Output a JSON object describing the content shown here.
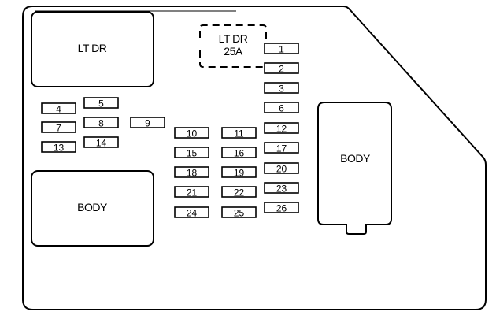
{
  "diagram": {
    "type": "fuse-box-layout",
    "colors": {
      "line": "#000000",
      "background": "#ffffff"
    },
    "relays": [
      {
        "id": "relay-lt-dr",
        "label": "LT DR"
      },
      {
        "id": "relay-body-left",
        "label": "BODY"
      },
      {
        "id": "relay-body-right",
        "label": "BODY"
      }
    ],
    "optional_fuse": {
      "id": "lt-dr-25a",
      "label_line1": "LT DR",
      "label_line2": "25A",
      "style": "dashed"
    },
    "fuses": [
      {
        "num": "1"
      },
      {
        "num": "2"
      },
      {
        "num": "3"
      },
      {
        "num": "4"
      },
      {
        "num": "5"
      },
      {
        "num": "6"
      },
      {
        "num": "7"
      },
      {
        "num": "8"
      },
      {
        "num": "9"
      },
      {
        "num": "10"
      },
      {
        "num": "11"
      },
      {
        "num": "12"
      },
      {
        "num": "13"
      },
      {
        "num": "14"
      },
      {
        "num": "15"
      },
      {
        "num": "16"
      },
      {
        "num": "17"
      },
      {
        "num": "18"
      },
      {
        "num": "19"
      },
      {
        "num": "20"
      },
      {
        "num": "21"
      },
      {
        "num": "22"
      },
      {
        "num": "23"
      },
      {
        "num": "24"
      },
      {
        "num": "25"
      },
      {
        "num": "26"
      }
    ]
  }
}
